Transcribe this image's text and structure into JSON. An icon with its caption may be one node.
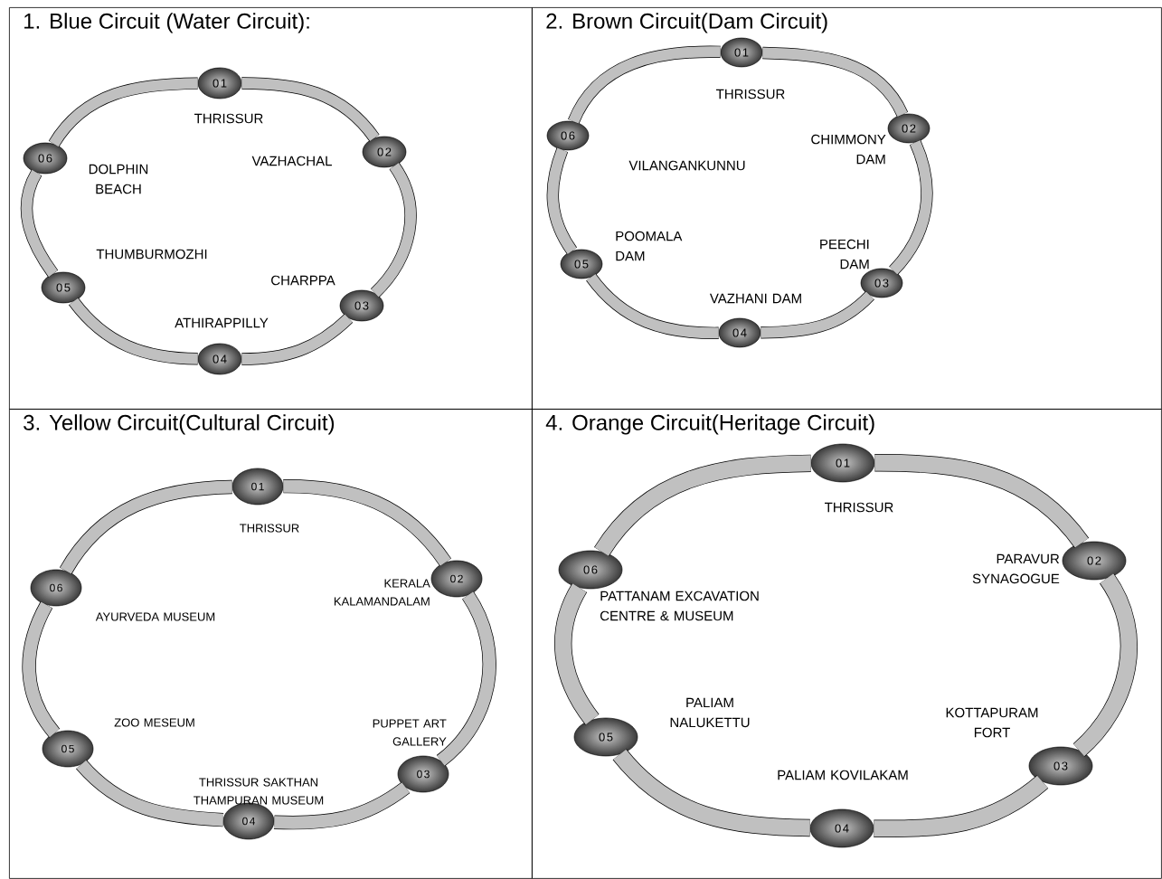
{
  "diagram": {
    "nodes": [
      {
        "text": [
          "1. Blue Circuit (Water Circuit):"
        ]
      },
      {
        "text": [
          "01"
        ],
        "in": 0,
        "beside": [
          "THRISSUR"
        ]
      },
      {
        "text": [
          "02"
        ],
        "in": 0,
        "beside": [
          "VAZHACHAL"
        ]
      },
      {
        "text": [
          "03"
        ],
        "in": 0,
        "beside": [
          "CHARPPA"
        ]
      },
      {
        "text": [
          "04"
        ],
        "in": 0,
        "beside": [
          "ATHIRAPPILLY"
        ]
      },
      {
        "text": [
          "05"
        ],
        "in": 0,
        "beside": [
          "THUMBURMOZHI"
        ]
      },
      {
        "text": [
          "06"
        ],
        "in": 0,
        "beside": [
          "DOLPHIN BEACH"
        ]
      },
      {
        "text": [
          "2. Brown Circuit(Dam Circuit)"
        ]
      },
      {
        "text": [
          "01"
        ],
        "in": 7,
        "beside": [
          "THRISSUR"
        ]
      },
      {
        "text": [
          "02"
        ],
        "in": 7,
        "beside": [
          "CHIMMONY DAM"
        ]
      },
      {
        "text": [
          "03"
        ],
        "in": 7,
        "beside": [
          "PEECHI DAM"
        ]
      },
      {
        "text": [
          "04"
        ],
        "in": 7,
        "beside": [
          "VAZHANI DAM"
        ]
      },
      {
        "text": [
          "05"
        ],
        "in": 7,
        "beside": [
          "POOMALA DAM"
        ]
      },
      {
        "text": [
          "06"
        ],
        "in": 7,
        "beside": [
          "VILANGANKUNNU"
        ]
      },
      {
        "text": [
          "3. Yellow Circuit(Cultural Circuit)"
        ]
      },
      {
        "text": [
          "01"
        ],
        "in": 14,
        "beside": [
          "THRISSUR"
        ]
      },
      {
        "text": [
          "02"
        ],
        "in": 14,
        "beside": [
          "KERALA KALAMANDALAM"
        ]
      },
      {
        "text": [
          "03"
        ],
        "in": 14,
        "beside": [
          "PUPPET ART GALLERY"
        ]
      },
      {
        "text": [
          "04"
        ],
        "in": 14,
        "beside": [
          "THRISSUR SAKTHAN THAMPURAN MUSEUM"
        ]
      },
      {
        "text": [
          "05"
        ],
        "in": 14,
        "beside": [
          "ZOO MESEUM"
        ]
      },
      {
        "text": [
          "06"
        ],
        "in": 14,
        "beside": [
          "AYURVEDA MUSEUM"
        ]
      },
      {
        "text": [
          "4. Orange Circuit(Heritage Circuit)"
        ]
      },
      {
        "text": [
          "01"
        ],
        "in": 21,
        "beside": [
          "THRISSUR"
        ]
      },
      {
        "text": [
          "02"
        ],
        "in": 21,
        "beside": [
          "PARAVUR SYNAGOGUE"
        ]
      },
      {
        "text": [
          "03"
        ],
        "in": 21,
        "beside": [
          "KOTTAPURAM FORT"
        ]
      },
      {
        "text": [
          "04"
        ],
        "in": 21,
        "beside": [
          "PALIAM KOVILAKAM"
        ]
      },
      {
        "text": [
          "05"
        ],
        "in": 21,
        "beside": [
          "PALIAM NALUKETTU"
        ]
      },
      {
        "text": [
          "06"
        ],
        "in": 21,
        "beside": [
          "PATTANAM EXCAVATION CENTRE & MUSEUM"
        ]
      }
    ],
    "edges": [
      {
        "from": 1,
        "to": 2,
        "arrow": "none"
      },
      {
        "from": 2,
        "to": 3,
        "arrow": "none"
      },
      {
        "from": 3,
        "to": 4,
        "arrow": "none"
      },
      {
        "from": 4,
        "to": 5,
        "arrow": "none"
      },
      {
        "from": 5,
        "to": 6,
        "arrow": "none"
      },
      {
        "from": 6,
        "to": 1,
        "arrow": "none"
      },
      {
        "from": 8,
        "to": 9,
        "arrow": "none"
      },
      {
        "from": 9,
        "to": 10,
        "arrow": "none"
      },
      {
        "from": 10,
        "to": 11,
        "arrow": "none"
      },
      {
        "from": 11,
        "to": 12,
        "arrow": "none"
      },
      {
        "from": 12,
        "to": 13,
        "arrow": "none"
      },
      {
        "from": 13,
        "to": 8,
        "arrow": "none"
      },
      {
        "from": 15,
        "to": 16,
        "arrow": "none"
      },
      {
        "from": 16,
        "to": 17,
        "arrow": "none"
      },
      {
        "from": 17,
        "to": 18,
        "arrow": "none"
      },
      {
        "from": 18,
        "to": 19,
        "arrow": "none"
      },
      {
        "from": 19,
        "to": 20,
        "arrow": "none"
      },
      {
        "from": 20,
        "to": 15,
        "arrow": "none"
      },
      {
        "from": 22,
        "to": 23,
        "arrow": "none"
      },
      {
        "from": 23,
        "to": 24,
        "arrow": "none"
      },
      {
        "from": 24,
        "to": 25,
        "arrow": "none"
      },
      {
        "from": 25,
        "to": 26,
        "arrow": "none"
      },
      {
        "from": 26,
        "to": 27,
        "arrow": "none"
      },
      {
        "from": 27,
        "to": 22,
        "arrow": "none"
      }
    ]
  }
}
